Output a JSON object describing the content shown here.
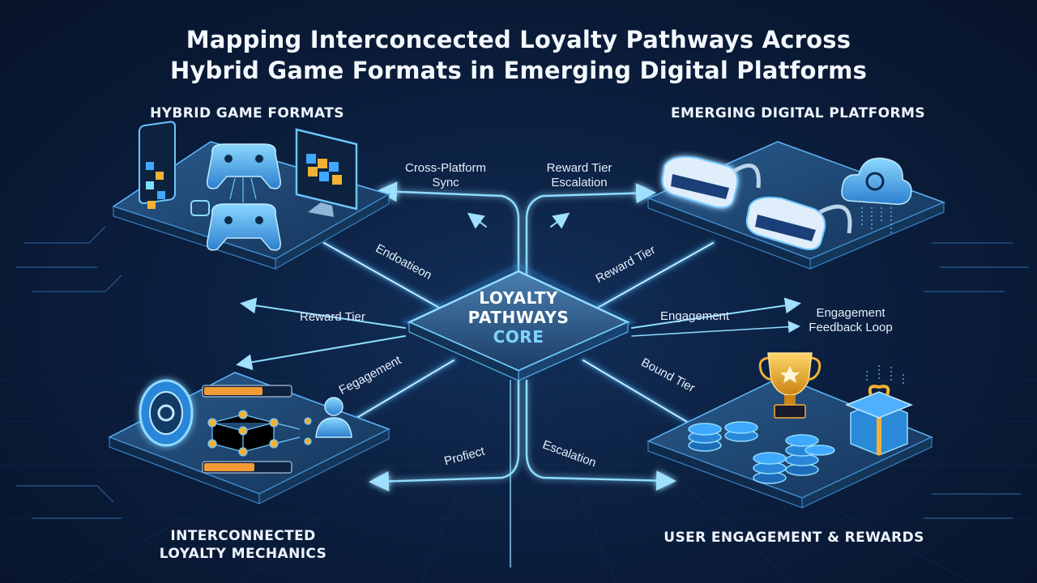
{
  "title": {
    "line1": "Mapping Interconcected Loyalty Pathways Across",
    "line2": "Hybrid Game Formats in Emerging Digital Platforms"
  },
  "sections": {
    "top_left": "HYBRID GAME FORMATS",
    "top_right": "EMERGING DIGITAL PLATFORMS",
    "bottom_left_line1": "INTERCONNECTED",
    "bottom_left_line2": "LOYALTY MECHANICS",
    "bottom_right": "USER ENGAGEMENT & REWARDS"
  },
  "core": {
    "line1": "LOYALTY",
    "line2": "PATHWAYS",
    "line3": "CORE"
  },
  "labels": {
    "cross_platform_1": "Cross-Platform",
    "cross_platform_2": "Sync",
    "reward_tier_escalation_1": "Reward Tier",
    "reward_tier_escalation_2": "Escalation",
    "endoatieon": "Endoatieon",
    "reward_tier_right": "Reward Tier",
    "reward_tier_left": "Reward Tier",
    "engagement_right": "Engagement",
    "feedback_1": "Engagement",
    "feedback_2": "Feedback Loop",
    "fegagement": "Fegagement",
    "bound_tier": "Bound Tier",
    "profiect": "Profiect",
    "escalation": "Escalation"
  },
  "colors": {
    "accent": "#5fd0ff",
    "panel": "#1d4673",
    "gold": "#f2b134",
    "background": "#0b1f3f"
  },
  "icons": [
    "tablet-icon",
    "gamepad-icon",
    "monitor-icon",
    "vr-headset-icon",
    "cloud-icon",
    "coin-badge-icon",
    "network-nodes-icon",
    "user-icon",
    "trophy-icon",
    "gift-box-icon",
    "coin-stack-icon"
  ]
}
